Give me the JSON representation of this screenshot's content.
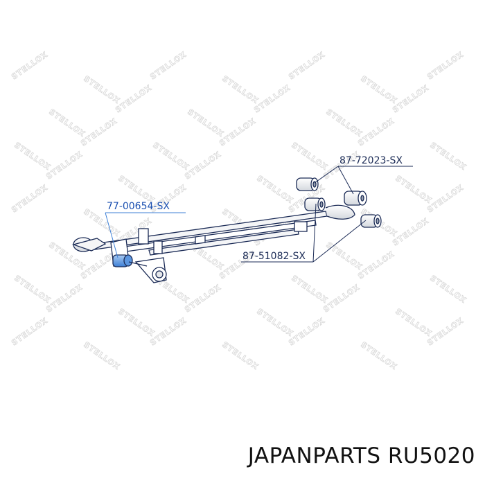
{
  "diagram": {
    "labels": {
      "upper_right": "87-72023-SX",
      "left": "77-00654-SX",
      "lower_right": "87-51082-SX"
    },
    "watermark_text": "STELLOX",
    "colors": {
      "line": "#1a2a55",
      "highlight": "#3d7fd6",
      "watermark": "#dadada"
    }
  },
  "caption": {
    "text": "JAPANPARTS RU5020"
  }
}
